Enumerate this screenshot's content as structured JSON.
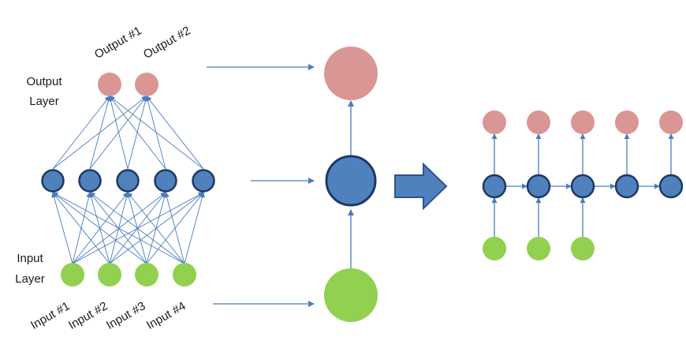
{
  "labels": {
    "output_layer": [
      "Output",
      "Layer"
    ],
    "input_layer": [
      "Input",
      "Layer"
    ],
    "outputs": [
      "Output #1",
      "Output #2"
    ],
    "inputs": [
      "Input #1",
      "Input #2",
      "Input #3",
      "Input #4"
    ]
  },
  "network": {
    "input_count": 4,
    "hidden_count": 5,
    "output_count": 2,
    "unrolled_steps": 5,
    "unrolled_inputs": 3
  },
  "colors": {
    "output_node": "#d99694",
    "hidden_node": "#4f81bd",
    "hidden_stroke": "#1f3864",
    "input_node": "#92d050",
    "connection": "#4a7cc0"
  },
  "icons": {
    "transform_arrow": "right-arrow-icon"
  }
}
